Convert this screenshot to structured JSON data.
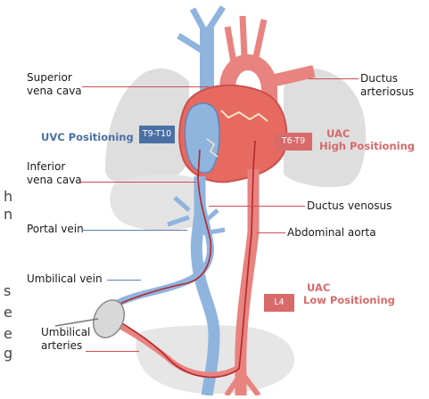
{
  "labels": {
    "superior_vena_cava": [
      "Superior",
      "vena cava"
    ],
    "ductus_arteriosus": [
      "Ductus",
      "arteriosus"
    ],
    "inferior_vena_cava": [
      "Inferior",
      "vena cava"
    ],
    "ductus_venosus": "Ductus venosus",
    "portal_vein": "Portal vein",
    "abdominal_aorta": "Abdominal aorta",
    "umbilical_vein": "Umbilical vein",
    "umbilical_arteries": [
      "Umbilical",
      "arteries"
    ]
  },
  "uvc": {
    "title": "UVC Positioning",
    "badge": "T9-T10"
  },
  "uac_high": {
    "badge": "T6-T9",
    "line1": "UAC",
    "line2": "High Positioning"
  },
  "uac_low": {
    "badge": "L4",
    "line1": "UAC",
    "line2": "Low Positioning"
  },
  "edge_text": [
    "h",
    "n",
    "s",
    "e",
    "e",
    "g"
  ],
  "colors": {
    "vein": "#8fb4de",
    "vein_dark": "#5d86bb",
    "artery": "#e8837f",
    "artery_dark": "#c9504d",
    "leader_blue": "#5b7fbf",
    "leader_red": "#c9504d",
    "uvc_badge": "#4a6fa5",
    "uac_badge": "#d86a6a",
    "lung": "#dedede",
    "catheter": "#b5262b"
  }
}
